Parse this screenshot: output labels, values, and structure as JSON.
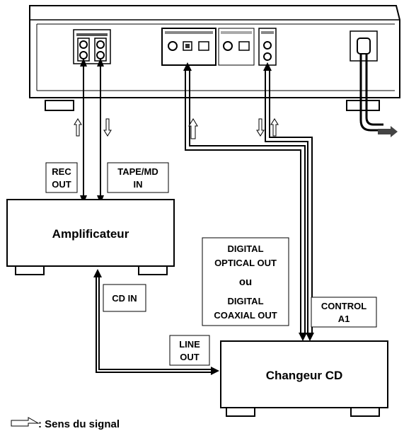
{
  "labels": {
    "rec_out_1": "REC",
    "rec_out_2": "OUT",
    "tape_md_1": "TAPE/MD",
    "tape_md_2": "IN",
    "amplifier": "Amplificateur",
    "digital_1": "DIGITAL",
    "digital_2": "OPTICAL OUT",
    "digital_3": "ou",
    "digital_4": "DIGITAL",
    "digital_5": "COAXIAL OUT",
    "cd_in": "CD IN",
    "control_1": "CONTROL",
    "control_2": "A1",
    "line_out_1": "LINE",
    "line_out_2": "OUT",
    "changer": "Changeur CD",
    "legend": ": Sens du signal"
  }
}
